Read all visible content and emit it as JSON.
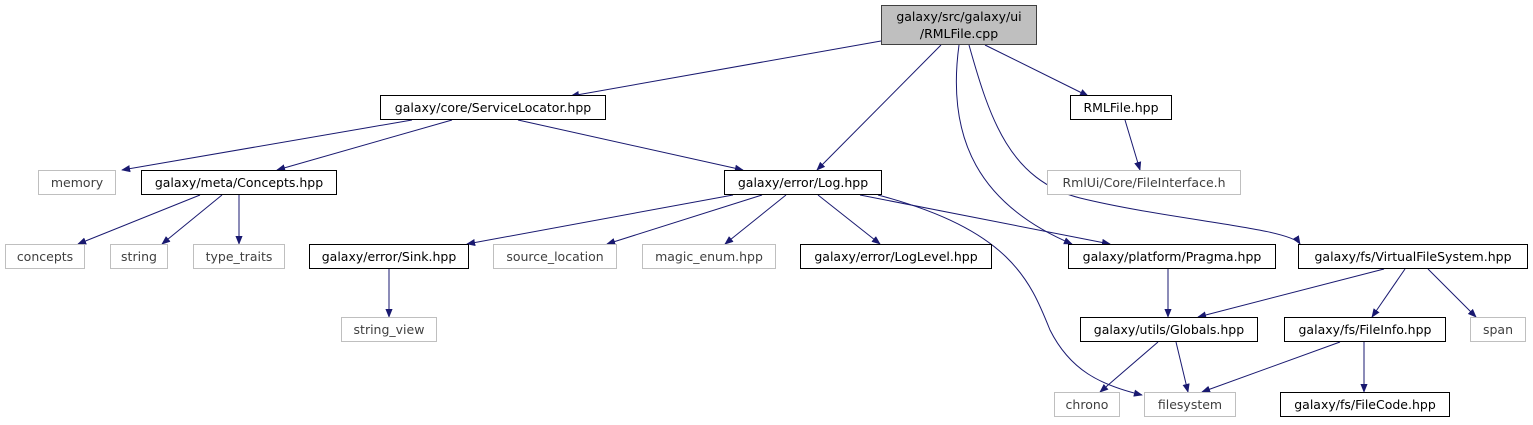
{
  "diagram": {
    "type": "include-dependency-graph",
    "edge_color": "#191970",
    "colors": {
      "root_fill": "#bfbfbf",
      "documented_border": "#000000",
      "external_border": "#bfbfbf"
    },
    "nodes": {
      "root": {
        "lines": [
          "galaxy/src/galaxy/ui",
          "/RMLFile.cpp"
        ],
        "kind": "root"
      },
      "servicelocator": {
        "label": "galaxy/core/ServiceLocator.hpp",
        "kind": "documented"
      },
      "rmlfile_hpp": {
        "label": "RMLFile.hpp",
        "kind": "documented"
      },
      "memory": {
        "label": "memory",
        "kind": "external"
      },
      "concepts_hpp": {
        "label": "galaxy/meta/Concepts.hpp",
        "kind": "documented"
      },
      "log_hpp": {
        "label": "galaxy/error/Log.hpp",
        "kind": "documented"
      },
      "fileinterface": {
        "label": "RmlUi/Core/FileInterface.h",
        "kind": "external"
      },
      "concepts": {
        "label": "concepts",
        "kind": "external"
      },
      "string": {
        "label": "string",
        "kind": "external"
      },
      "type_traits": {
        "label": "type_traits",
        "kind": "external"
      },
      "sink_hpp": {
        "label": "galaxy/error/Sink.hpp",
        "kind": "documented"
      },
      "source_location": {
        "label": "source_location",
        "kind": "external"
      },
      "magic_enum": {
        "label": "magic_enum.hpp",
        "kind": "external"
      },
      "loglevel_hpp": {
        "label": "galaxy/error/LogLevel.hpp",
        "kind": "documented"
      },
      "pragma_hpp": {
        "label": "galaxy/platform/Pragma.hpp",
        "kind": "documented"
      },
      "vfs_hpp": {
        "label": "galaxy/fs/VirtualFileSystem.hpp",
        "kind": "documented"
      },
      "string_view": {
        "label": "string_view",
        "kind": "external"
      },
      "globals_hpp": {
        "label": "galaxy/utils/Globals.hpp",
        "kind": "documented"
      },
      "fileinfo_hpp": {
        "label": "galaxy/fs/FileInfo.hpp",
        "kind": "documented"
      },
      "span": {
        "label": "span",
        "kind": "external"
      },
      "chrono": {
        "label": "chrono",
        "kind": "external"
      },
      "filesystem": {
        "label": "filesystem",
        "kind": "external"
      },
      "filecode_hpp": {
        "label": "galaxy/fs/FileCode.hpp",
        "kind": "documented"
      }
    },
    "edges": [
      [
        "root",
        "servicelocator"
      ],
      [
        "root",
        "log_hpp"
      ],
      [
        "root",
        "rmlfile_hpp"
      ],
      [
        "root",
        "pragma_hpp"
      ],
      [
        "root",
        "vfs_hpp"
      ],
      [
        "servicelocator",
        "memory"
      ],
      [
        "servicelocator",
        "concepts_hpp"
      ],
      [
        "servicelocator",
        "log_hpp"
      ],
      [
        "rmlfile_hpp",
        "fileinterface"
      ],
      [
        "concepts_hpp",
        "concepts"
      ],
      [
        "concepts_hpp",
        "string"
      ],
      [
        "concepts_hpp",
        "type_traits"
      ],
      [
        "log_hpp",
        "sink_hpp"
      ],
      [
        "log_hpp",
        "source_location"
      ],
      [
        "log_hpp",
        "magic_enum"
      ],
      [
        "log_hpp",
        "loglevel_hpp"
      ],
      [
        "log_hpp",
        "pragma_hpp"
      ],
      [
        "log_hpp",
        "filesystem"
      ],
      [
        "sink_hpp",
        "string_view"
      ],
      [
        "pragma_hpp",
        "globals_hpp"
      ],
      [
        "vfs_hpp",
        "globals_hpp"
      ],
      [
        "vfs_hpp",
        "fileinfo_hpp"
      ],
      [
        "vfs_hpp",
        "span"
      ],
      [
        "globals_hpp",
        "chrono"
      ],
      [
        "globals_hpp",
        "filesystem"
      ],
      [
        "fileinfo_hpp",
        "filesystem"
      ],
      [
        "fileinfo_hpp",
        "filecode_hpp"
      ]
    ]
  }
}
